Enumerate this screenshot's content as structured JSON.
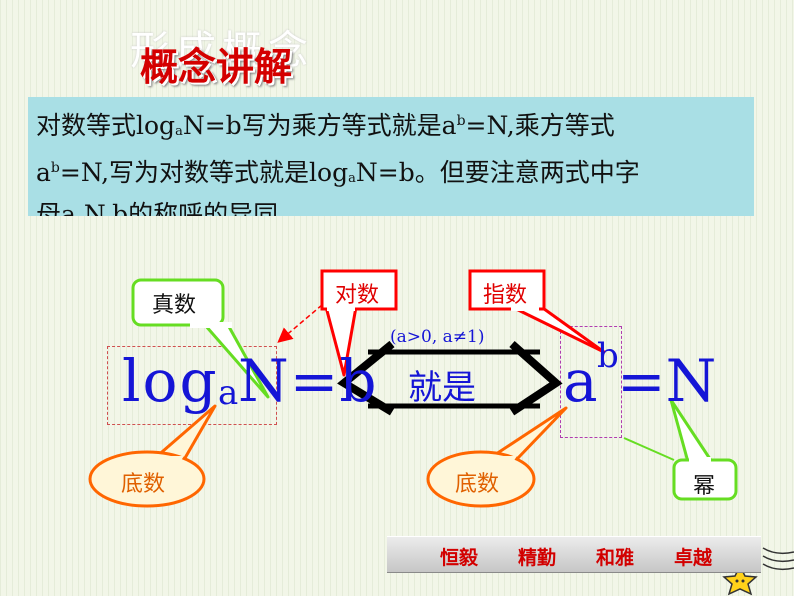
{
  "slide": {
    "ghost_title": "形成概念",
    "title": "概念讲解",
    "intro": {
      "line1_a": "对数等式log",
      "line1_sub": "a",
      "line1_b": "N=b写为乘方等式就是a",
      "line1_sup": "b",
      "line1_c": "=N,乘方等式",
      "line2_a": "a",
      "line2_sup": "b",
      "line2_b": "=N,写为对数等式就是log",
      "line2_sub": "a",
      "line2_c": "N=b。但要注意两式中字",
      "line3": "母a,N,b的称呼的异同."
    },
    "formula": {
      "log": "log",
      "base": "a",
      "n_eq_b": "N=b",
      "exp_base": "a",
      "exponent": "b",
      "eq_n": "=N",
      "condition": "(a>0, a≠1)",
      "equivalence": "就是"
    },
    "labels": {
      "zhenshu": "真数",
      "duishu": "对数",
      "zhishu": "指数",
      "dishu_left": "底数",
      "dishu_right": "底数",
      "mi": "幂"
    },
    "motto": [
      "恒毅",
      "精勤",
      "和雅",
      "卓越"
    ]
  },
  "colors": {
    "formula": "#1515d6",
    "title_red": "#d40000",
    "green": "#66dd22",
    "red": "#ff0000",
    "orange": "#ff6600",
    "intro_bg": "#a9dfe5"
  }
}
